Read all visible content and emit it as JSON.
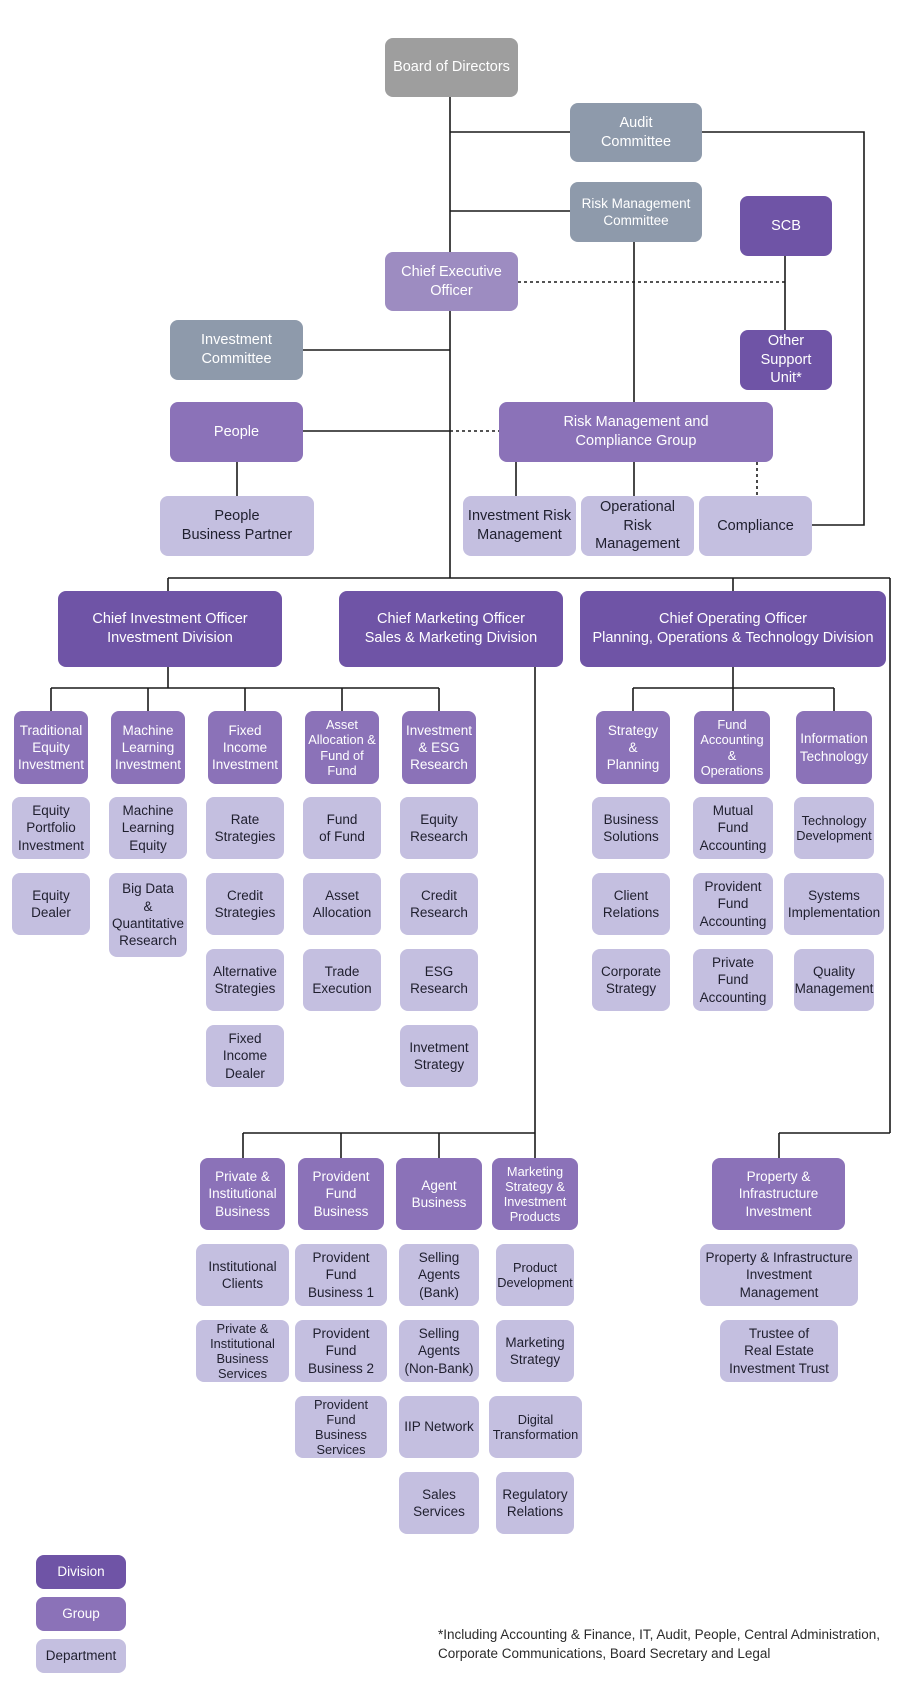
{
  "top": {
    "board": "Board of Directors",
    "audit": "Audit\nCommittee",
    "risk_committee": "Risk Management\nCommittee",
    "ceo": "Chief Executive\nOfficer",
    "scb": "SCB",
    "other_support": "Other\nSupport Unit*",
    "investment_committee": "Investment\nCommittee",
    "people": "People",
    "people_bp": "People\nBusiness Partner",
    "rmc_group": "Risk Management and\nCompliance Group",
    "investment_risk": "Investment Risk\nManagement",
    "operational_risk": "Operational Risk\nManagement",
    "compliance": "Compliance"
  },
  "divisions": {
    "cio": "Chief Investment Officer\nInvestment Division",
    "cmo": "Chief Marketing Officer\nSales & Marketing Division",
    "coo": "Chief Operating Officer\nPlanning, Operations & Technology Division"
  },
  "cio_groups": [
    {
      "label": "Traditional\nEquity\nInvestment",
      "depts": [
        "Equity\nPortfolio\nInvestment",
        "Equity\nDealer"
      ]
    },
    {
      "label": "Machine\nLearning\nInvestment",
      "depts": [
        "Machine\nLearning\nEquity",
        "Big Data\n&\nQuantitative\nResearch"
      ]
    },
    {
      "label": "Fixed\nIncome\nInvestment",
      "depts": [
        "Rate\nStrategies",
        "Credit\nStrategies",
        "Alternative\nStrategies",
        "Fixed\nIncome\nDealer"
      ]
    },
    {
      "label": "Asset\nAllocation &\nFund of\nFund",
      "depts": [
        "Fund\nof Fund",
        "Asset\nAllocation",
        "Trade\nExecution"
      ]
    },
    {
      "label": "Investment\n& ESG\nResearch",
      "depts": [
        "Equity\nResearch",
        "Credit\nResearch",
        "ESG\nResearch",
        "Invetment\nStrategy"
      ]
    }
  ],
  "coo_groups": [
    {
      "label": "Strategy\n&\nPlanning",
      "depts": [
        "Business\nSolutions",
        "Client\nRelations",
        "Corporate\nStrategy"
      ]
    },
    {
      "label": "Fund\nAccounting\n& Operations",
      "depts": [
        "Mutual Fund\nAccounting",
        "Provident\nFund\nAccounting",
        "Private Fund\nAccounting"
      ]
    },
    {
      "label": "Information\nTechnology",
      "depts": [
        "Technology\nDevelopment",
        "Systems\nImplementation",
        "Quality\nManagement"
      ]
    }
  ],
  "cmo_groups": [
    {
      "label": "Private &\nInstitutional\nBusiness",
      "depts": [
        "Institutional\nClients",
        "Private &\nInstitutional\nBusiness\nServices"
      ]
    },
    {
      "label": "Provident\nFund\nBusiness",
      "depts": [
        "Provident\nFund\nBusiness 1",
        "Provident\nFund\nBusiness 2",
        "Provident\nFund\nBusiness\nServices"
      ]
    },
    {
      "label": "Agent\nBusiness",
      "depts": [
        "Selling\nAgents\n(Bank)",
        "Selling\nAgents\n(Non-Bank)",
        "IIP Network",
        "Sales\nServices"
      ]
    },
    {
      "label": "Marketing\nStrategy &\nInvestment\nProducts",
      "depts": [
        "Product\nDevelopment",
        "Marketing\nStrategy",
        "Digital\nTransformation",
        "Regulatory\nRelations"
      ]
    }
  ],
  "property": {
    "label": "Property &\nInfrastructure\nInvestment",
    "depts": [
      "Property & Infrastructure\nInvestment\nManagement",
      "Trustee of\nReal Estate\nInvestment Trust"
    ]
  },
  "legend": {
    "division": "Division",
    "group": "Group",
    "department": "Department"
  },
  "footnote": "*Including Accounting & Finance, IT, Audit, People, Central Administration,\n  Corporate Communications, Board Secretary and Legal",
  "colors": {
    "division": "#6f54a6",
    "group": "#8b72b8",
    "department": "#c4bfe0",
    "committee": "#8e9aab",
    "board": "#9e9e9e",
    "ceo": "#9d8cc1"
  }
}
